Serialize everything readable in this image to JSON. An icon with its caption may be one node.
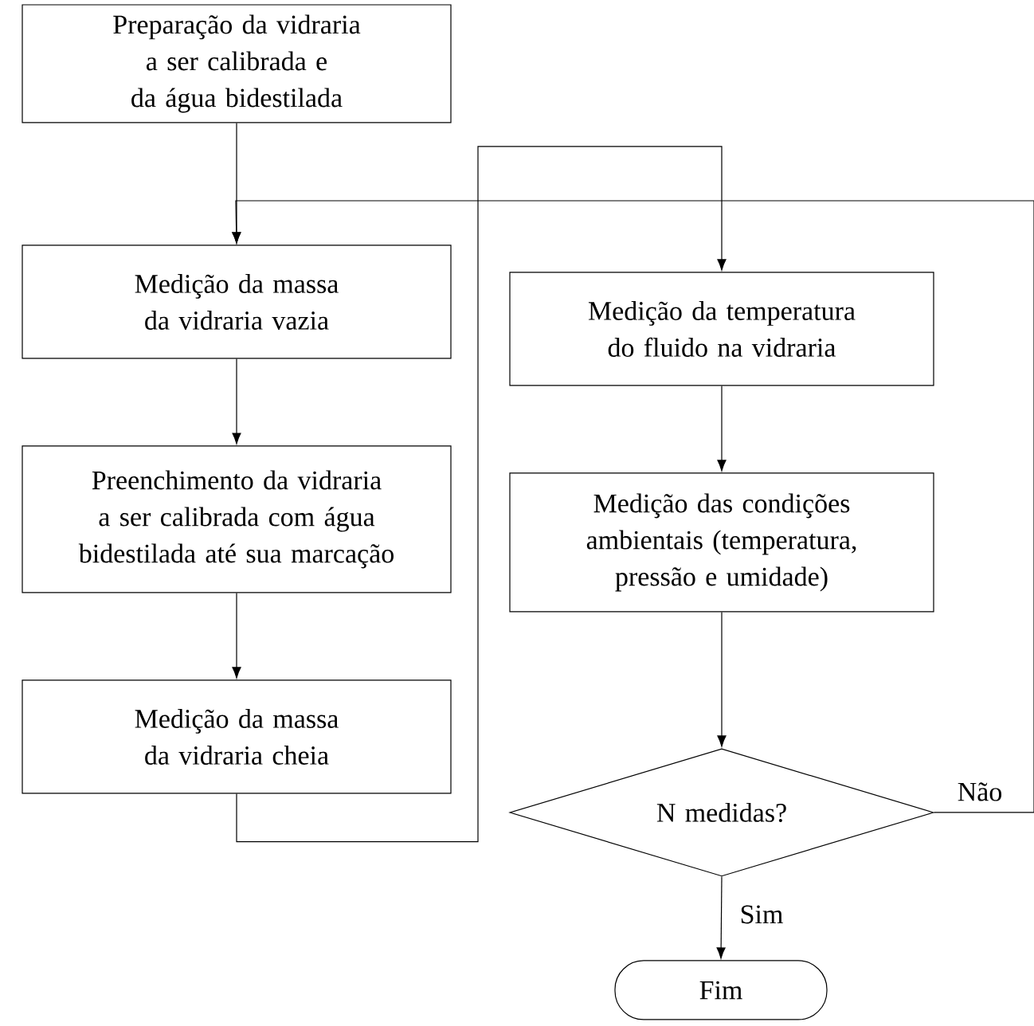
{
  "diagram": {
    "nodes": [
      {
        "text": [
          "Preparação da vidraria a ser calibrada e da água bidestilada"
        ]
      },
      {
        "text": [
          "Medição da massa da vidraria vazia"
        ]
      },
      {
        "text": [
          "Preenchimento da vidraria a ser calibrada com água bidestilada até sua marcação"
        ]
      },
      {
        "text": [
          "Medição da massa da vidraria cheia"
        ]
      },
      {
        "text": [
          "Medição da temperatura do fluido na vidraria"
        ]
      },
      {
        "text": [
          "Medição das condições ambientais (temperatura, pressão e umidade)"
        ]
      },
      {
        "text": [
          "N medidas?"
        ]
      },
      {
        "text": [
          "Fim"
        ]
      }
    ],
    "edges": [
      {
        "from": 0,
        "to": 1,
        "arrow": "to"
      },
      {
        "from": 1,
        "to": 2,
        "arrow": "to"
      },
      {
        "from": 2,
        "to": 3,
        "arrow": "to"
      },
      {
        "from": 3,
        "to": 4,
        "arrow": "to"
      },
      {
        "from": 4,
        "to": 5,
        "arrow": "to"
      },
      {
        "from": 5,
        "to": 6,
        "arrow": "to"
      },
      {
        "from": 6,
        "to": 7,
        "arrow": "to",
        "label": "Sim"
      },
      {
        "from": 6,
        "to": 1,
        "arrow": "to",
        "label": "Não"
      }
    ]
  }
}
